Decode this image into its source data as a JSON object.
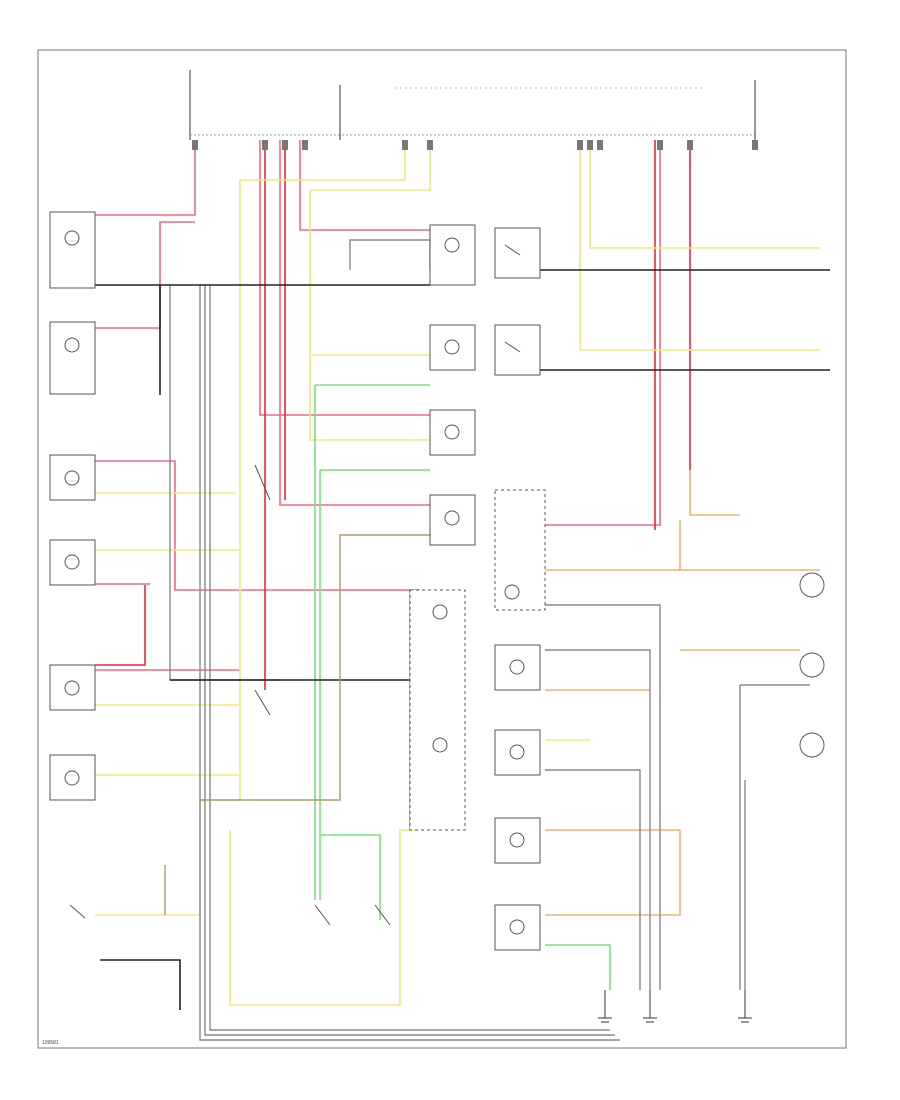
{
  "diagram": {
    "type": "wiring-schematic",
    "figure_id": "109581",
    "wire_colors": {
      "pink": "#f06a7a",
      "red": "#e8273a",
      "yellow": "#f2e87a",
      "orange": "#f5b070",
      "green": "#79e27a",
      "gray": "#888888",
      "black": "#222222",
      "brown": "#b09a6a"
    },
    "components": [
      {
        "id": "hot-at-all-times",
        "icon": "power-source-icon"
      },
      {
        "id": "ignition-switch",
        "icon": "power-source-icon"
      },
      {
        "id": "left-front-lamp",
        "icon": "lamp-icon"
      },
      {
        "id": "right-front-lamp",
        "icon": "lamp-icon"
      },
      {
        "id": "left-rear-door-lamp",
        "icon": "lamp-icon"
      },
      {
        "id": "left-front-door-lamp",
        "icon": "lamp-icon"
      },
      {
        "id": "right-front-door-lamp",
        "icon": "lamp-icon"
      },
      {
        "id": "right-rear-door-lamp",
        "icon": "lamp-icon"
      },
      {
        "id": "cargo-lamp-1",
        "icon": "lamp-icon"
      },
      {
        "id": "cargo-lamp-2",
        "icon": "lamp-icon"
      },
      {
        "id": "cargo-lamp-3",
        "icon": "lamp-icon"
      },
      {
        "id": "trunk-lamp",
        "icon": "lamp-icon"
      },
      {
        "id": "overhead-console-lamp",
        "icon": "lamp-icon"
      },
      {
        "id": "driver-switch",
        "icon": "switch-icon"
      },
      {
        "id": "passenger-switch",
        "icon": "switch-icon"
      },
      {
        "id": "instrument-cluster",
        "icon": "lamp-icon"
      },
      {
        "id": "indicator-lamps",
        "icon": "lamp-icon"
      },
      {
        "id": "left-rear-switch",
        "icon": "switch-icon"
      },
      {
        "id": "right-rear-switch",
        "icon": "switch-icon"
      },
      {
        "id": "ground-left",
        "icon": "ground-icon"
      },
      {
        "id": "ground-center",
        "icon": "ground-icon"
      },
      {
        "id": "ground-right",
        "icon": "ground-icon"
      }
    ]
  }
}
